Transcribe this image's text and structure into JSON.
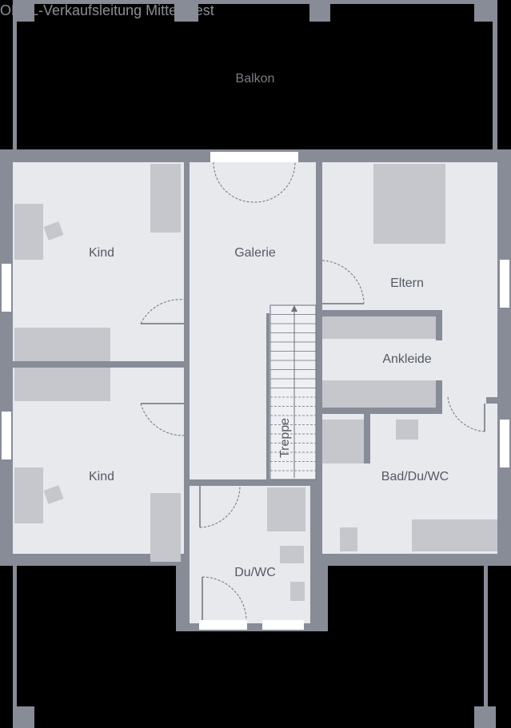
{
  "watermark": "OKAL-Verkaufsleitung Mitte-West",
  "rooms": {
    "balkon": "Balkon",
    "kind_top": "Kind",
    "galerie": "Galerie",
    "eltern": "Eltern",
    "ankleide": "Ankleide",
    "treppe": "Treppe",
    "kind_bottom": "Kind",
    "bad": "Bad/Du/WC",
    "duwc": "Du/WC"
  },
  "colors": {
    "wall": "#878c97",
    "floor": "#e7e9ed",
    "furniture": "#c5c7cd",
    "background": "#000000"
  }
}
